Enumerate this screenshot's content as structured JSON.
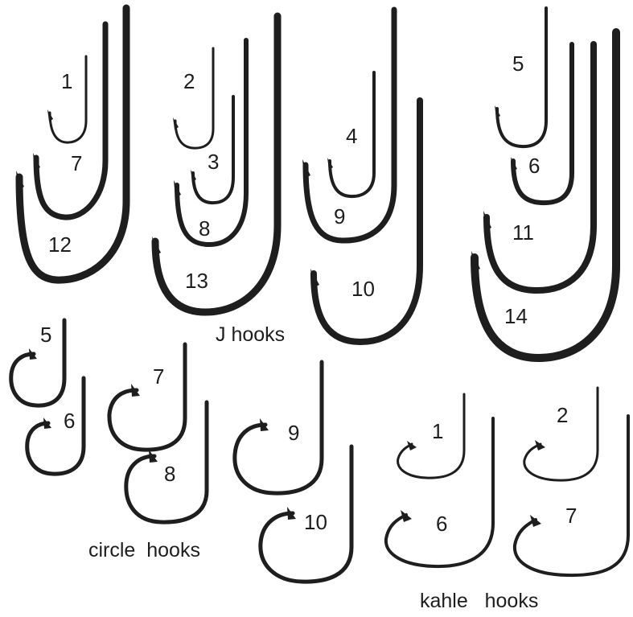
{
  "groups": {
    "j_hooks": {
      "label": "J hooks",
      "clusters": [
        {
          "sizes": [
            "1",
            "7",
            "12"
          ]
        },
        {
          "sizes": [
            "2",
            "3",
            "8",
            "13"
          ]
        },
        {
          "sizes": [
            "4",
            "9",
            "10"
          ]
        },
        {
          "sizes": [
            "5",
            "6",
            "11",
            "14"
          ]
        }
      ]
    },
    "circle_hooks": {
      "label": "circle  hooks",
      "sizes": [
        "5",
        "6",
        "7",
        "8",
        "9",
        "10"
      ]
    },
    "kahle_hooks": {
      "label": "kahle   hooks",
      "sizes": [
        "1",
        "2",
        "6",
        "7"
      ]
    }
  }
}
